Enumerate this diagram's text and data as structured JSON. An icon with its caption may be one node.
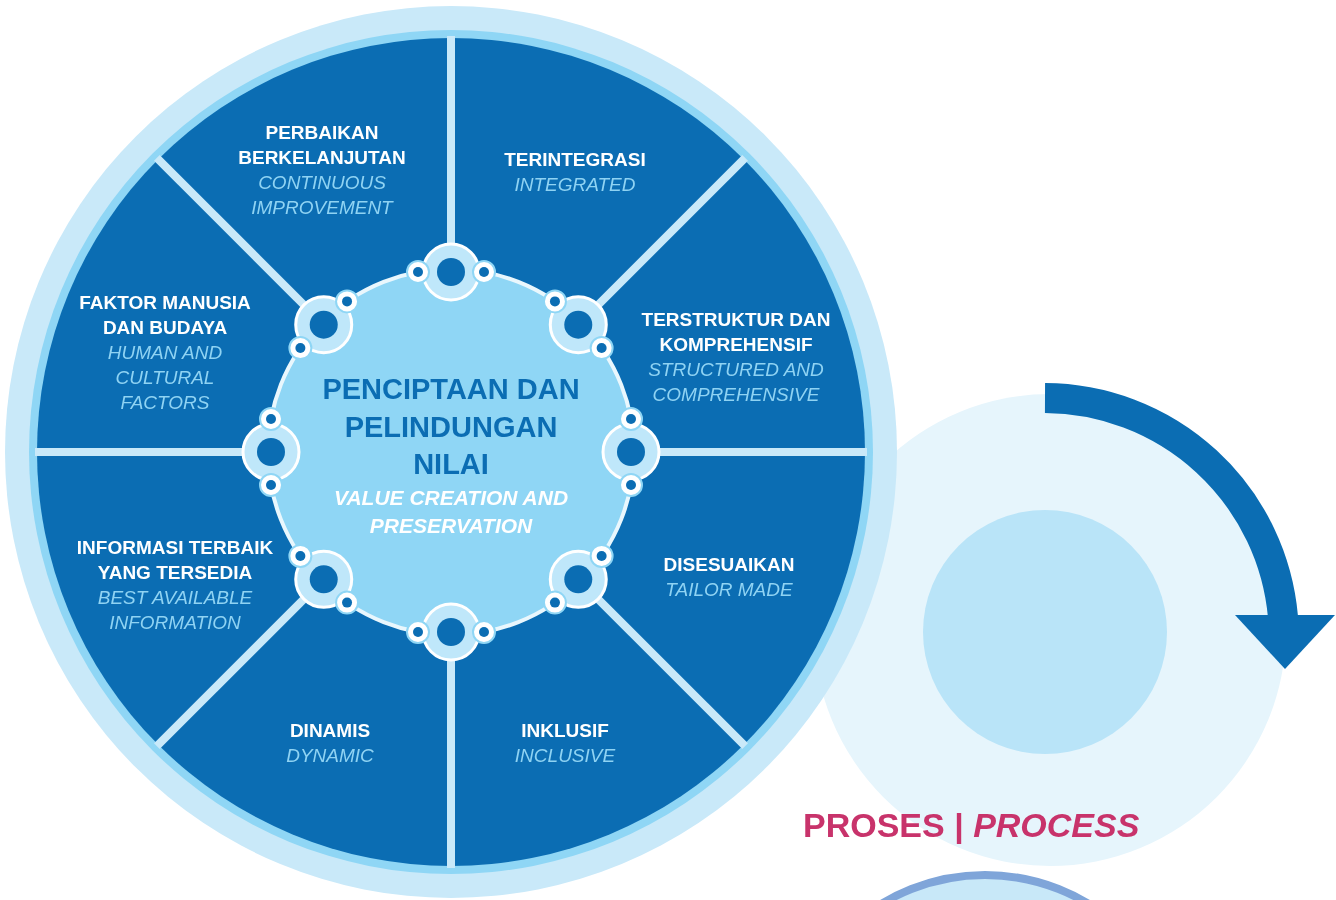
{
  "diagram": {
    "nodes": [
      {
        "text": [
          "PERBAIKAN BERKELANJUTAN",
          "CONTINUOUS IMPROVEMENT"
        ]
      },
      {
        "text": [
          "TERINTEGRASI",
          "INTEGRATED"
        ]
      },
      {
        "text": [
          "FAKTOR MANUSIA DAN BUDAYA",
          "HUMAN AND CULTURAL FACTORS"
        ]
      },
      {
        "text": [
          "TERSTRUKTUR DAN KOMPREHENSIF",
          "STRUCTURED AND COMPREHENSIVE"
        ]
      },
      {
        "text": [
          "PENCIPTAAN DAN PELINDUNGAN NILAI",
          "VALUE CREATION AND PRESERVATION"
        ]
      },
      {
        "text": [
          "INFORMASI TERBAIK YANG TERSEDIA",
          "BEST AVAILABLE INFORMATION"
        ]
      },
      {
        "text": [
          "DISESUAIKAN",
          "TAILOR MADE"
        ]
      },
      {
        "text": [
          "DINAMIS",
          "DYNAMIC"
        ]
      },
      {
        "text": [
          "INKLUSIF",
          "INCLUSIVE"
        ]
      }
    ],
    "labels": [
      "PROSES | *PROCESS*"
    ]
  }
}
